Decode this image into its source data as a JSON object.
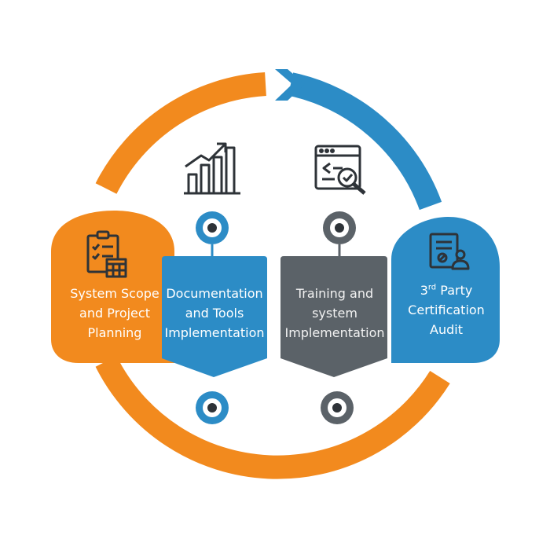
{
  "diagram": {
    "stages": [
      {
        "id": "scope",
        "color": "#F28A1E",
        "icon": "clipboard-checklist-calendar-icon",
        "lines": [
          "System Scope",
          "and Project",
          "Planning"
        ]
      },
      {
        "id": "docs",
        "color": "#2C8CC6",
        "icon": "growth-bar-chart-icon",
        "lines": [
          "Documentation",
          "and Tools",
          "Implementation"
        ]
      },
      {
        "id": "training",
        "color": "#5B6268",
        "icon": "browser-code-magnifier-icon",
        "lines": [
          "Training and",
          "system",
          "Implementation"
        ]
      },
      {
        "id": "audit",
        "color": "#2C8CC6",
        "icon": "certificate-document-icon",
        "lines": [
          "3",
          "rd",
          " Party",
          "Certification",
          "Audit"
        ]
      }
    ],
    "colors": {
      "orange": "#F28A1E",
      "blue": "#2C8CC6",
      "gray": "#5B6268",
      "icon_stroke": "#2E3338"
    }
  }
}
